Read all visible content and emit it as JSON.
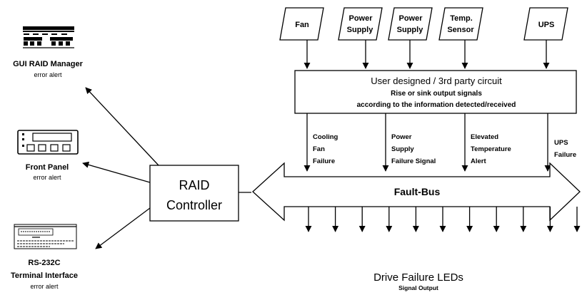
{
  "sensors": [
    {
      "lines": [
        "Fan"
      ]
    },
    {
      "lines": [
        "Power",
        "Supply"
      ]
    },
    {
      "lines": [
        "Power",
        "Supply"
      ]
    },
    {
      "lines": [
        "Temp.",
        "Sensor"
      ]
    },
    {
      "lines": [
        "UPS"
      ]
    }
  ],
  "circuit": {
    "title": "User designed / 3rd party circuit",
    "line2": "Rise or sink output signals",
    "line3": "according to the information detected/received"
  },
  "signals": [
    {
      "lines": [
        "Cooling",
        "Fan",
        "Failure"
      ]
    },
    {
      "lines": [
        "Power",
        "Supply",
        "Failure Signal"
      ]
    },
    {
      "lines": [
        "Elevated",
        "Temperature",
        "Alert"
      ]
    },
    {
      "lines": [
        "UPS",
        "Failure"
      ]
    }
  ],
  "bus": {
    "label": "Fault-Bus"
  },
  "controller": {
    "line1": "RAID",
    "line2": "Controller"
  },
  "outputs": {
    "gui": {
      "title": "GUI RAID Manager",
      "subtitle": "error alert"
    },
    "panel": {
      "title": "Front Panel",
      "subtitle": "error alert"
    },
    "terminal": {
      "title1": "RS-232C",
      "title2": "Terminal Interface",
      "subtitle": "error alert"
    }
  },
  "leds": {
    "title": "Drive Failure LEDs",
    "subtitle": "Signal Output",
    "count": 11
  }
}
